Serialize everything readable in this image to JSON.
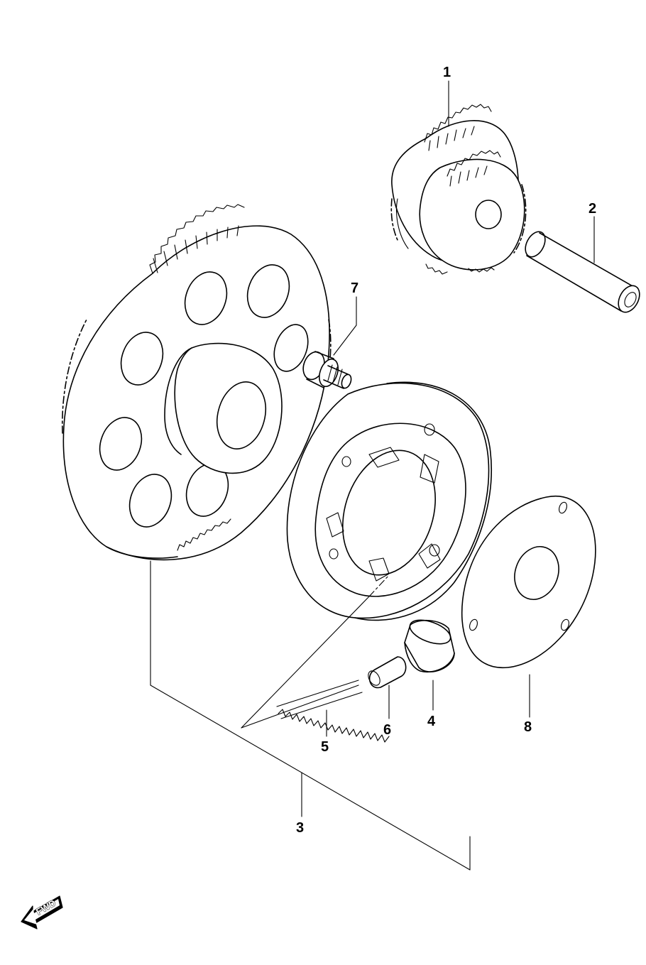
{
  "callouts": {
    "c1": "1",
    "c2": "2",
    "c3": "3",
    "c4": "4",
    "c5": "5",
    "c6": "6",
    "c7": "7",
    "c8": "8"
  },
  "fwd_badge": {
    "text": "FWD",
    "icon": "fwd-arrow-icon"
  }
}
